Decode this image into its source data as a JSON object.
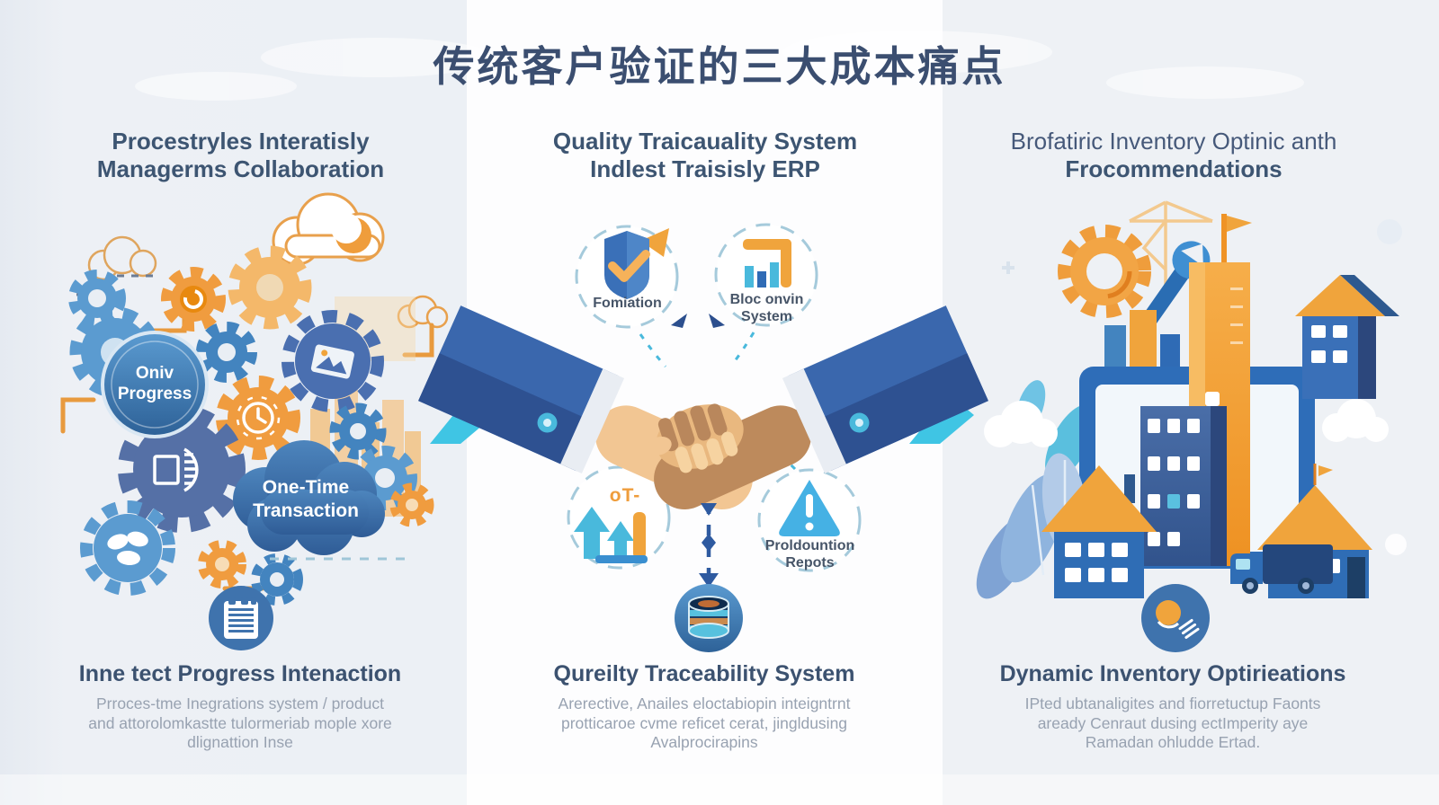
{
  "title": "传统客户验证的三大成本痛点",
  "columns": {
    "left": {
      "header_line1": "Procestryles Interatisly",
      "header_line2": "Managerms Collaboration",
      "bubble_circle_line1": "Oniv",
      "bubble_circle_line2": "Progress",
      "bubble_cloud_line1": "One-Time",
      "bubble_cloud_line2": "Transaction",
      "caption_title": "Inne tect Progress Intenaction",
      "caption_line1": "Prroces-tme Inegrations system / product",
      "caption_line2": "and attorolomkastte tulormeriab mople xore",
      "caption_line3": "dlignattion Inse"
    },
    "middle": {
      "header_line1": "Quality Traicauality System",
      "header_line2": "Indlest Traisisly ERP",
      "badge_shield_label": "Fomiation",
      "badge_chart_label_line1": "Bloc onvin",
      "badge_chart_label_line2": "System",
      "badge_growth_text": "oT-",
      "badge_warning_line1": "Proldountion",
      "badge_warning_line2": "Repots",
      "caption_title": "Qureilty Traceability System",
      "caption_line1": "Arerective, Anailes eloctabiopin inteigntrnt",
      "caption_line2": "protticaroe cvme reficet cerat, jingldusing",
      "caption_line3": "Avalprocirapins"
    },
    "right": {
      "header_line1": "Brofatiric Inventory Optinic anth",
      "header_line2": "Frocommendations",
      "caption_title": "Dynamic Inventory Optirieations",
      "caption_line1": "IPted ubtanaligites and fiorretuctup Faonts",
      "caption_line2": "aready Cenraut dusing ectImperity aye",
      "caption_line3": "Ramadan ohludde Ertad."
    }
  },
  "colors": {
    "title_text": "#3b4e70",
    "heading_text": "#3d5572",
    "body_text": "#98a2b1",
    "badge_text": "#475568",
    "accent_orange": "#f09c3f",
    "accent_blue": "#3a70b8",
    "accent_cyan": "#49b9dc",
    "arrow_cyan": "#3fc5e4",
    "panel_left_bg": "#ecf0f5",
    "panel_middle_bg": "#fdfdfe",
    "panel_right_bg": "#eef1f5",
    "bubble_blue": "#3f73ad"
  }
}
